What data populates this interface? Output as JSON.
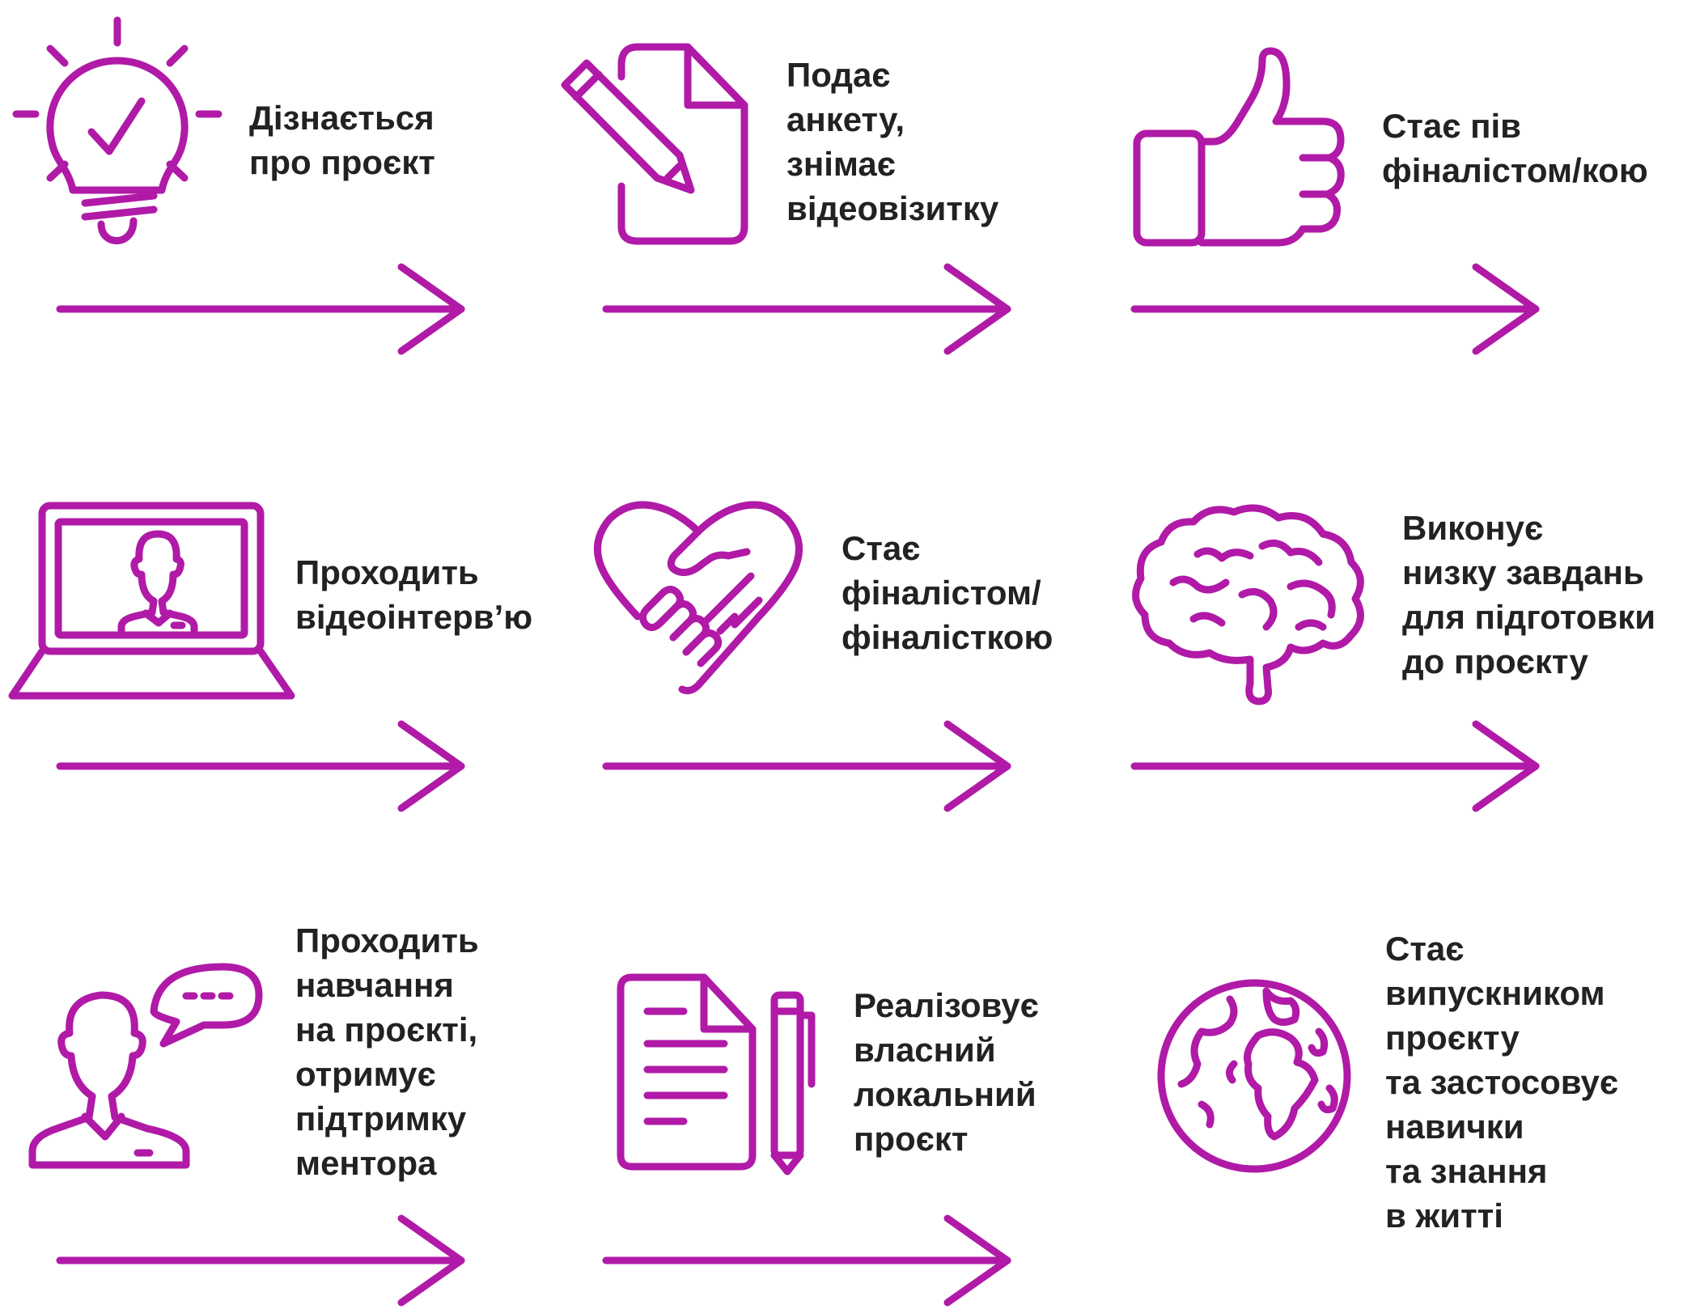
{
  "accent_color": "#b01aa7",
  "steps": [
    {
      "icon": "lightbulb-check-icon",
      "lines": [
        "Дізнається",
        "про проєкт"
      ]
    },
    {
      "icon": "document-pencil-icon",
      "lines": [
        "Подає",
        "анкету,",
        "знімає",
        "відеовізитку"
      ]
    },
    {
      "icon": "thumbs-up-icon",
      "lines": [
        "Стає пів",
        "фіналістом/кою"
      ]
    },
    {
      "icon": "laptop-video-call-icon",
      "lines": [
        "Проходить",
        "відеоінтерв’ю"
      ]
    },
    {
      "icon": "handshake-heart-icon",
      "lines": [
        "Стає",
        "фіналістом/",
        "фіналісткою"
      ]
    },
    {
      "icon": "brain-icon",
      "lines": [
        "Виконує",
        "низку завдань",
        "для підготовки",
        "до проєкту"
      ]
    },
    {
      "icon": "person-speech-bubble-icon",
      "lines": [
        "Проходить",
        "навчання",
        "на проєкті,",
        "отримує",
        "підтримку",
        "ментора"
      ]
    },
    {
      "icon": "document-pen-icon",
      "lines": [
        "Реалізовує",
        "власний",
        "локальний",
        "проєкт"
      ]
    },
    {
      "icon": "globe-icon",
      "lines": [
        "Стає",
        "випускником",
        "проєкту",
        "та застосовує",
        "навички",
        "та знання",
        "в житті"
      ]
    }
  ]
}
